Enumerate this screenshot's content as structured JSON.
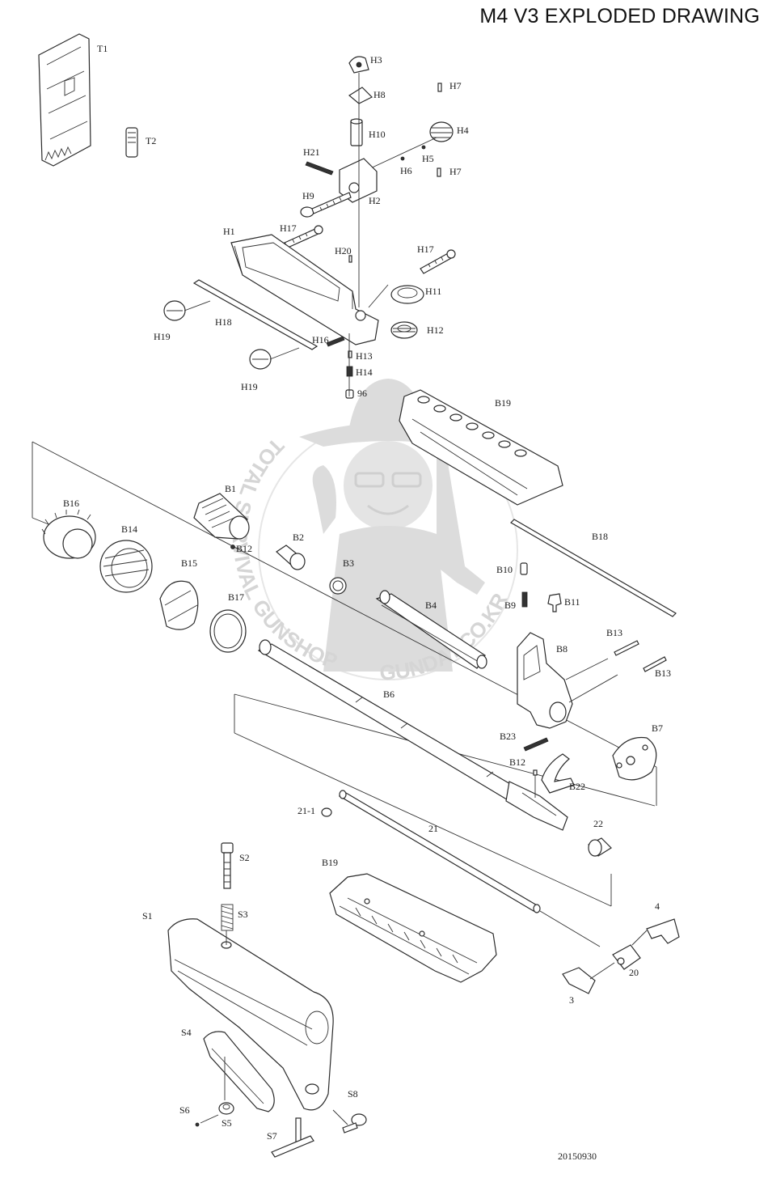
{
  "title": "M4 V3 EXPLODED DRAWING",
  "date_code": "20150930",
  "watermark": {
    "arc_text_left": "TOTAL SURVIVAL GUNSHOP",
    "arc_text_right": "GUNDAY.CO.KR"
  },
  "labels": {
    "T1": "T1",
    "T2": "T2",
    "H1": "H1",
    "H2": "H2",
    "H3": "H3",
    "H4": "H4",
    "H5": "H5",
    "H6": "H6",
    "H7a": "H7",
    "H7b": "H7",
    "H8": "H8",
    "H9": "H9",
    "H10": "H10",
    "H11": "H11",
    "H12": "H12",
    "H13": "H13",
    "H14": "H14",
    "H16": "H16",
    "H17a": "H17",
    "H17b": "H17",
    "H18": "H18",
    "H19a": "H19",
    "H19b": "H19",
    "H20": "H20",
    "H21": "H21",
    "P96": "96",
    "B1": "B1",
    "B2": "B2",
    "B3": "B3",
    "B4": "B4",
    "B6": "B6",
    "B7": "B7",
    "B8": "B8",
    "B9": "B9",
    "B10": "B10",
    "B11": "B11",
    "B12a": "B12",
    "B12b": "B12",
    "B13a": "B13",
    "B13b": "B13",
    "B14": "B14",
    "B15": "B15",
    "B16": "B16",
    "B17": "B17",
    "B18": "B18",
    "B19a": "B19",
    "B19b": "B19",
    "B22": "B22",
    "B23": "B23",
    "P21": "21",
    "P21_1": "21-1",
    "P22": "22",
    "P3": "3",
    "P4": "4",
    "P20": "20",
    "S1": "S1",
    "S2": "S2",
    "S3": "S3",
    "S4": "S4",
    "S5": "S5",
    "S6": "S6",
    "S7": "S7",
    "S8": "S8"
  }
}
